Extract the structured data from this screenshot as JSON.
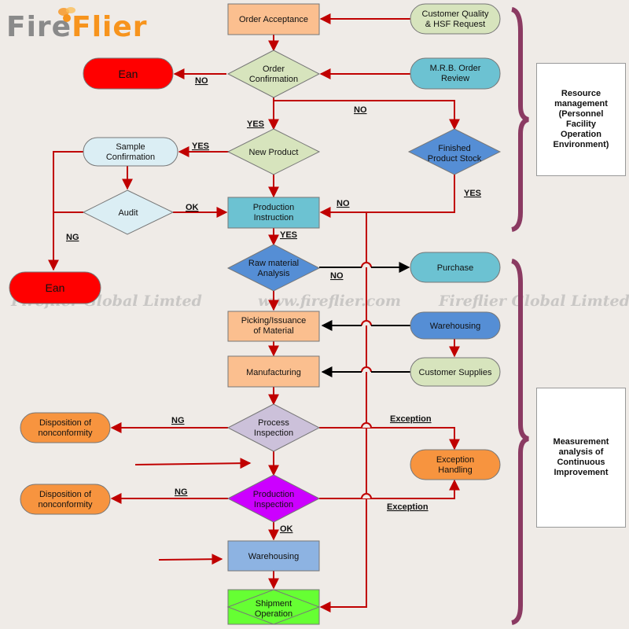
{
  "brand": {
    "part1": "Fire",
    "part2": "Flier"
  },
  "watermark": {
    "left": "Fireflier Global Limted",
    "center": "www.fireflier.com",
    "right": "Fireflier Global Limted"
  },
  "side_boxes": {
    "resource": "Resource\nmanagement\n(Personnel\nFacility\nOperation\nEnvironment)",
    "measurement": "Measurement\nanalysis of\nContinuous\nImprovement"
  },
  "nodes": {
    "order_acceptance": "Order Acceptance",
    "customer_quality": "Customer Quality\n& HSF Request",
    "order_confirmation": "Order\nConfirmation",
    "ean_top": "Ean",
    "mrb_review": "M.R.B. Order\nReview",
    "sample_confirmation": "Sample\nConfirmation",
    "new_product": "New Product",
    "finished_stock": "Finished\nProduct Stock",
    "audit": "Audit",
    "production_instruction": "Production\nInstruction",
    "raw_material": "Raw material\nAnalysis",
    "purchase": "Purchase",
    "ean_left": "Ean",
    "picking": "Picking/Issuance\nof Material",
    "warehousing_right": "Warehousing",
    "manufacturing": "Manufacturing",
    "customer_supplies": "Customer Supplies",
    "disposition_1": "Disposition of\nnonconformity",
    "process_inspection": "Process\nInspection",
    "exception_handling": "Exception\nHandling",
    "disposition_2": "Disposition of\nnonconformity",
    "production_inspection": "Production\nInspection",
    "warehousing": "Warehousing",
    "shipment": "Shipment\nOperation"
  },
  "labels": {
    "no_ean": "NO",
    "no_finished": "NO",
    "yes_new": "YES",
    "yes_sample": "YES",
    "yes_stock": "YES",
    "ok_audit": "OK",
    "no_instruction": "NO",
    "ng_audit": "NG",
    "yes_raw": "YES",
    "no_purchase": "NO",
    "ng_process": "NG",
    "exception_1": "Exception",
    "ng_production": "NG",
    "exception_2": "Exception",
    "ok_production": "OK"
  },
  "colors": {
    "orange_box": "#fbbf8f",
    "green_pale": "#d7e4bd",
    "teal": "#6cc2d2",
    "blue": "#8db3e2",
    "red": "#ff0000",
    "orange": "#f7943f",
    "light_blue": "#dbeef4",
    "lavender": "#ccc1da",
    "magenta": "#cc00ff",
    "green": "#66ff33",
    "line_red": "#c00000",
    "side_brace": "#8b3a62"
  }
}
